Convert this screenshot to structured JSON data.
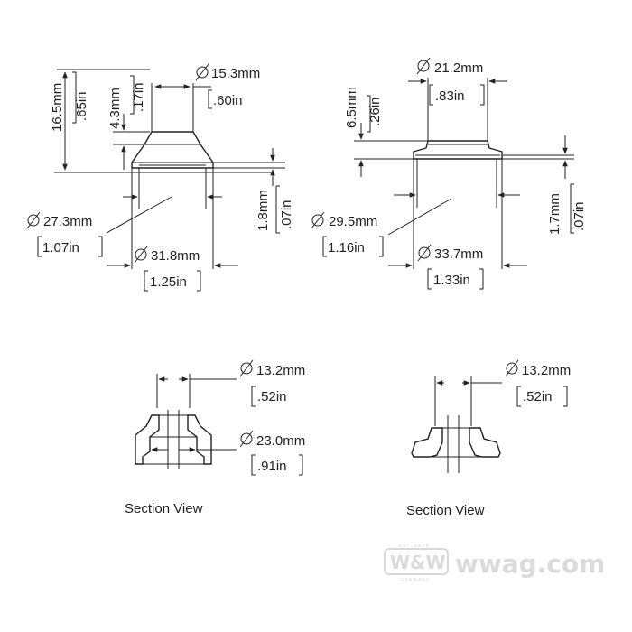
{
  "diagrams": {
    "top_left": {
      "outer_height_mm": "16.5mm",
      "outer_height_in": ".65in",
      "step_height_mm": "4.3mm",
      "step_height_in": ".17in",
      "top_diam_mm": "15.3mm",
      "top_diam_in": ".60in",
      "base_thick_mm": "1.8mm",
      "base_thick_in": ".07in",
      "inner_diam_mm": "27.3mm",
      "inner_diam_in": "1.07in",
      "outer_diam_mm": "31.8mm",
      "outer_diam_in": "1.25in"
    },
    "top_right": {
      "height_mm": "6.5mm",
      "height_in": ".26in",
      "top_diam_mm": "21.2mm",
      "top_diam_in": ".83in",
      "base_thick_mm": "1.7mm",
      "base_thick_in": ".07in",
      "inner_diam_mm": "29.5mm",
      "inner_diam_in": "1.16in",
      "outer_diam_mm": "33.7mm",
      "outer_diam_in": "1.33in"
    },
    "bottom_left": {
      "bore_mm": "13.2mm",
      "bore_in": ".52in",
      "inner_mm": "23.0mm",
      "inner_in": ".91in",
      "caption": "Section View"
    },
    "bottom_right": {
      "bore_mm": "13.2mm",
      "bore_in": ".52in",
      "caption": "Section View"
    }
  },
  "watermark": {
    "logo": "W&W",
    "site": "wwag.com",
    "est": "EST. 1979",
    "origin": "GERMANY"
  }
}
